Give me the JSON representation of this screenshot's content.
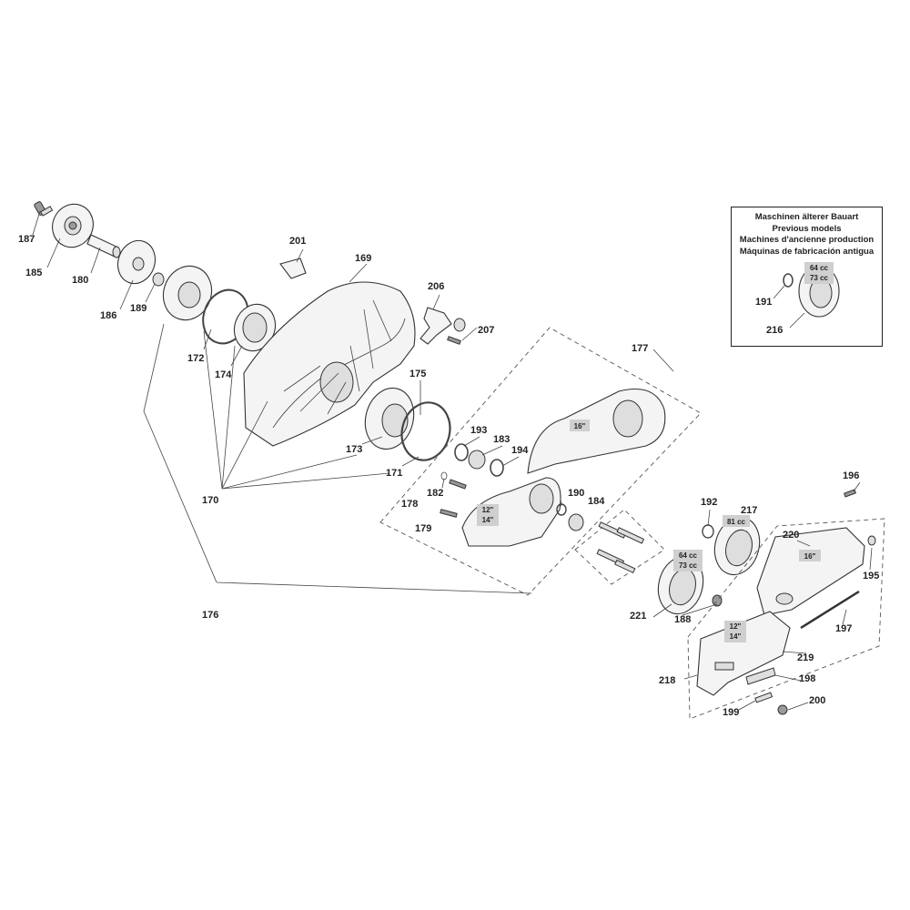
{
  "legend": {
    "lines": [
      "Maschinen älterer Bauart",
      "Previous models",
      "Machines d'ancienne production",
      "Máquinas de fabricación antigua"
    ],
    "labels": {
      "p191": "191",
      "p216": "216"
    },
    "tag": [
      "64 cc",
      "73 cc"
    ]
  },
  "labels": {
    "p169": "169",
    "p170": "170",
    "p171": "171",
    "p172": "172",
    "p173": "173",
    "p174": "174",
    "p175": "175",
    "p176": "176",
    "p177": "177",
    "p178": "178",
    "p179": "179",
    "p180": "180",
    "p182": "182",
    "p183": "183",
    "p184": "184",
    "p185": "185",
    "p186": "186",
    "p187": "187",
    "p188": "188",
    "p189": "189",
    "p190": "190",
    "p192": "192",
    "p193": "193",
    "p194": "194",
    "p195": "195",
    "p196": "196",
    "p197": "197",
    "p198": "198",
    "p199": "199",
    "p200": "200",
    "p201": "201",
    "p206": "206",
    "p207": "207",
    "p217": "217",
    "p218": "218",
    "p219": "219",
    "p220": "220",
    "p221": "221"
  },
  "tags": {
    "arm_top_size": "16\"",
    "arm_mid_size": [
      "12\"",
      "14\""
    ],
    "pulley_217_cc": "81 cc",
    "pulley_221_cc": [
      "64 cc",
      "73 cc"
    ],
    "cover_220_size": "16\"",
    "cover_219_size": [
      "12\"",
      "14\""
    ]
  }
}
